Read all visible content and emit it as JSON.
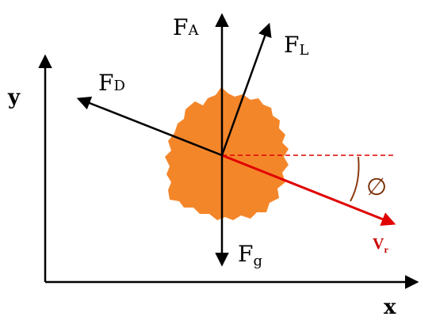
{
  "axes": {
    "x_label": "x",
    "y_label": "y"
  },
  "forces": {
    "buoyancy": {
      "main": "F",
      "sub": "A"
    },
    "lift": {
      "main": "F",
      "sub": "L"
    },
    "drag": {
      "main": "F",
      "sub": "D"
    },
    "gravity": {
      "main": "F",
      "sub": "g"
    }
  },
  "velocity": {
    "main": "V",
    "sub": "r"
  },
  "angle_symbol": "∅",
  "colors": {
    "particle": "#f4862a",
    "velocity": "#e00000",
    "reference_line": "#e00000",
    "angle_arc": "#8b3a0e",
    "arrows": "#000000"
  }
}
